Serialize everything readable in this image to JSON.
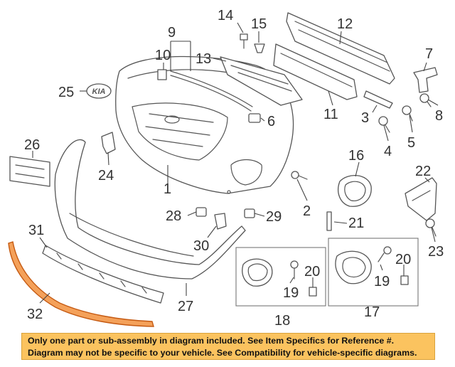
{
  "callouts": [
    "1",
    "2",
    "3",
    "4",
    "5",
    "6",
    "7",
    "8",
    "9",
    "10",
    "11",
    "12",
    "13",
    "14",
    "15",
    "16",
    "17",
    "18",
    "19",
    "20",
    "21",
    "22",
    "23",
    "24",
    "25",
    "26",
    "27",
    "28",
    "29",
    "30",
    "31",
    "32"
  ],
  "emblem_text": "KIA",
  "notice": {
    "line1": "Only one part or sub-assembly in diagram included. See Item Specifics for Reference #.",
    "line2": "Diagram may not be specific to your vehicle. See Compatibility for vehicle-specific diagrams."
  },
  "colors": {
    "highlight": "#f4a15a",
    "notice_bg": "#fbc35f",
    "line": "#555555"
  }
}
